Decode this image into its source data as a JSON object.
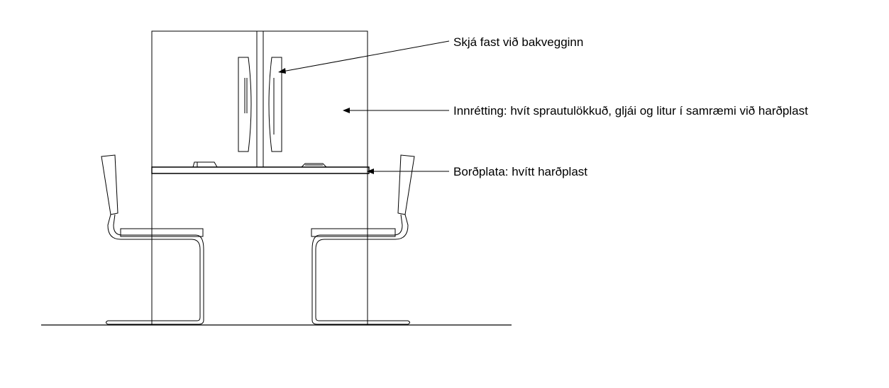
{
  "labels": {
    "screen": "Skjá fast við bakvegginn",
    "cabinet": "Innrétting: hvít sprautulökkuð, gljái og litur í samræmi við harðplast",
    "counter": "Borðplata: hvítt harðplast"
  },
  "colors": {
    "line": "#000000",
    "background": "#ffffff"
  }
}
